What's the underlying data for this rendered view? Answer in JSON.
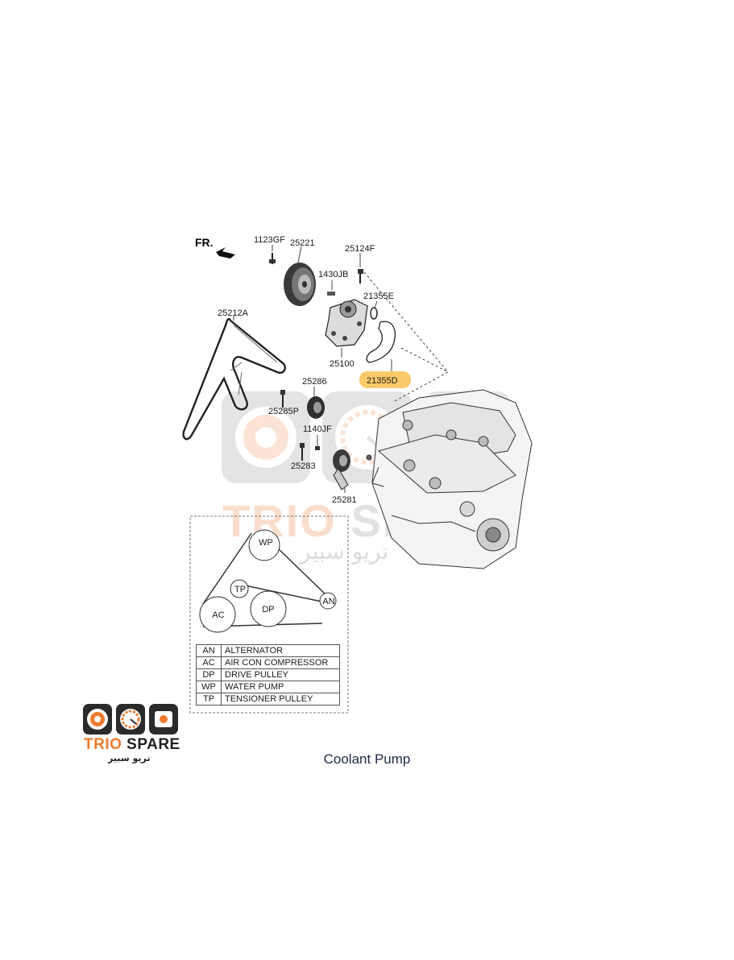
{
  "diagram": {
    "fr_label": "FR.",
    "part_labels": {
      "p1123GF": "1123GF",
      "p25221": "25221",
      "p25124F": "25124F",
      "p1430JB": "1430JB",
      "p21355E": "21355E",
      "p25212A": "25212A",
      "p25100": "25100",
      "p21355D": "21355D",
      "p25286": "25286",
      "p25285P": "25285P",
      "p1140JF": "1140JF",
      "p25283": "25283",
      "p25281": "25281"
    },
    "highlight_color": "#f9c96a",
    "belt_routing": {
      "WP": "WP",
      "TP": "TP",
      "DP": "DP",
      "AC": "AC",
      "AN": "AN"
    },
    "legend": [
      {
        "abbr": "AN",
        "desc": "ALTERNATOR"
      },
      {
        "abbr": "AC",
        "desc": "AIR CON COMPRESSOR"
      },
      {
        "abbr": "DP",
        "desc": "DRIVE PULLEY"
      },
      {
        "abbr": "WP",
        "desc": "WATER PUMP"
      },
      {
        "abbr": "TP",
        "desc": "TENSIONER PULLEY"
      }
    ]
  },
  "brand": {
    "name_part1": "TRIO",
    "name_part2": "SPARE",
    "arabic": "تريو سبير",
    "accent_color": "#ee7a2e"
  },
  "watermark": {
    "name_part1": "TRIO",
    "name_part2": "SPARE",
    "arabic": "تريو سبير"
  },
  "caption": "Coolant Pump"
}
